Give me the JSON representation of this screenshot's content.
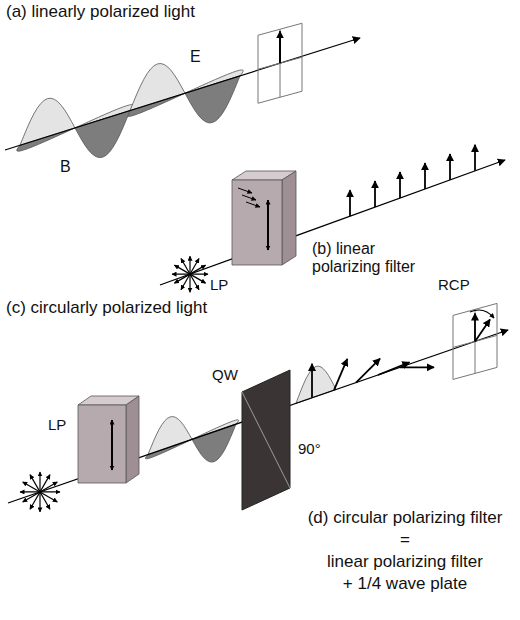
{
  "diagram": {
    "labels": [
      "(a) linearly polarized light",
      "E",
      "B",
      "(b) linear polarizing filter",
      "LP",
      "(c) circularly polarized light",
      "LP",
      "QW",
      "90°",
      "RCP",
      "(d) circular polarizing filter",
      "=",
      "linear polarizing filter",
      "+ 1/4 wave plate"
    ]
  }
}
